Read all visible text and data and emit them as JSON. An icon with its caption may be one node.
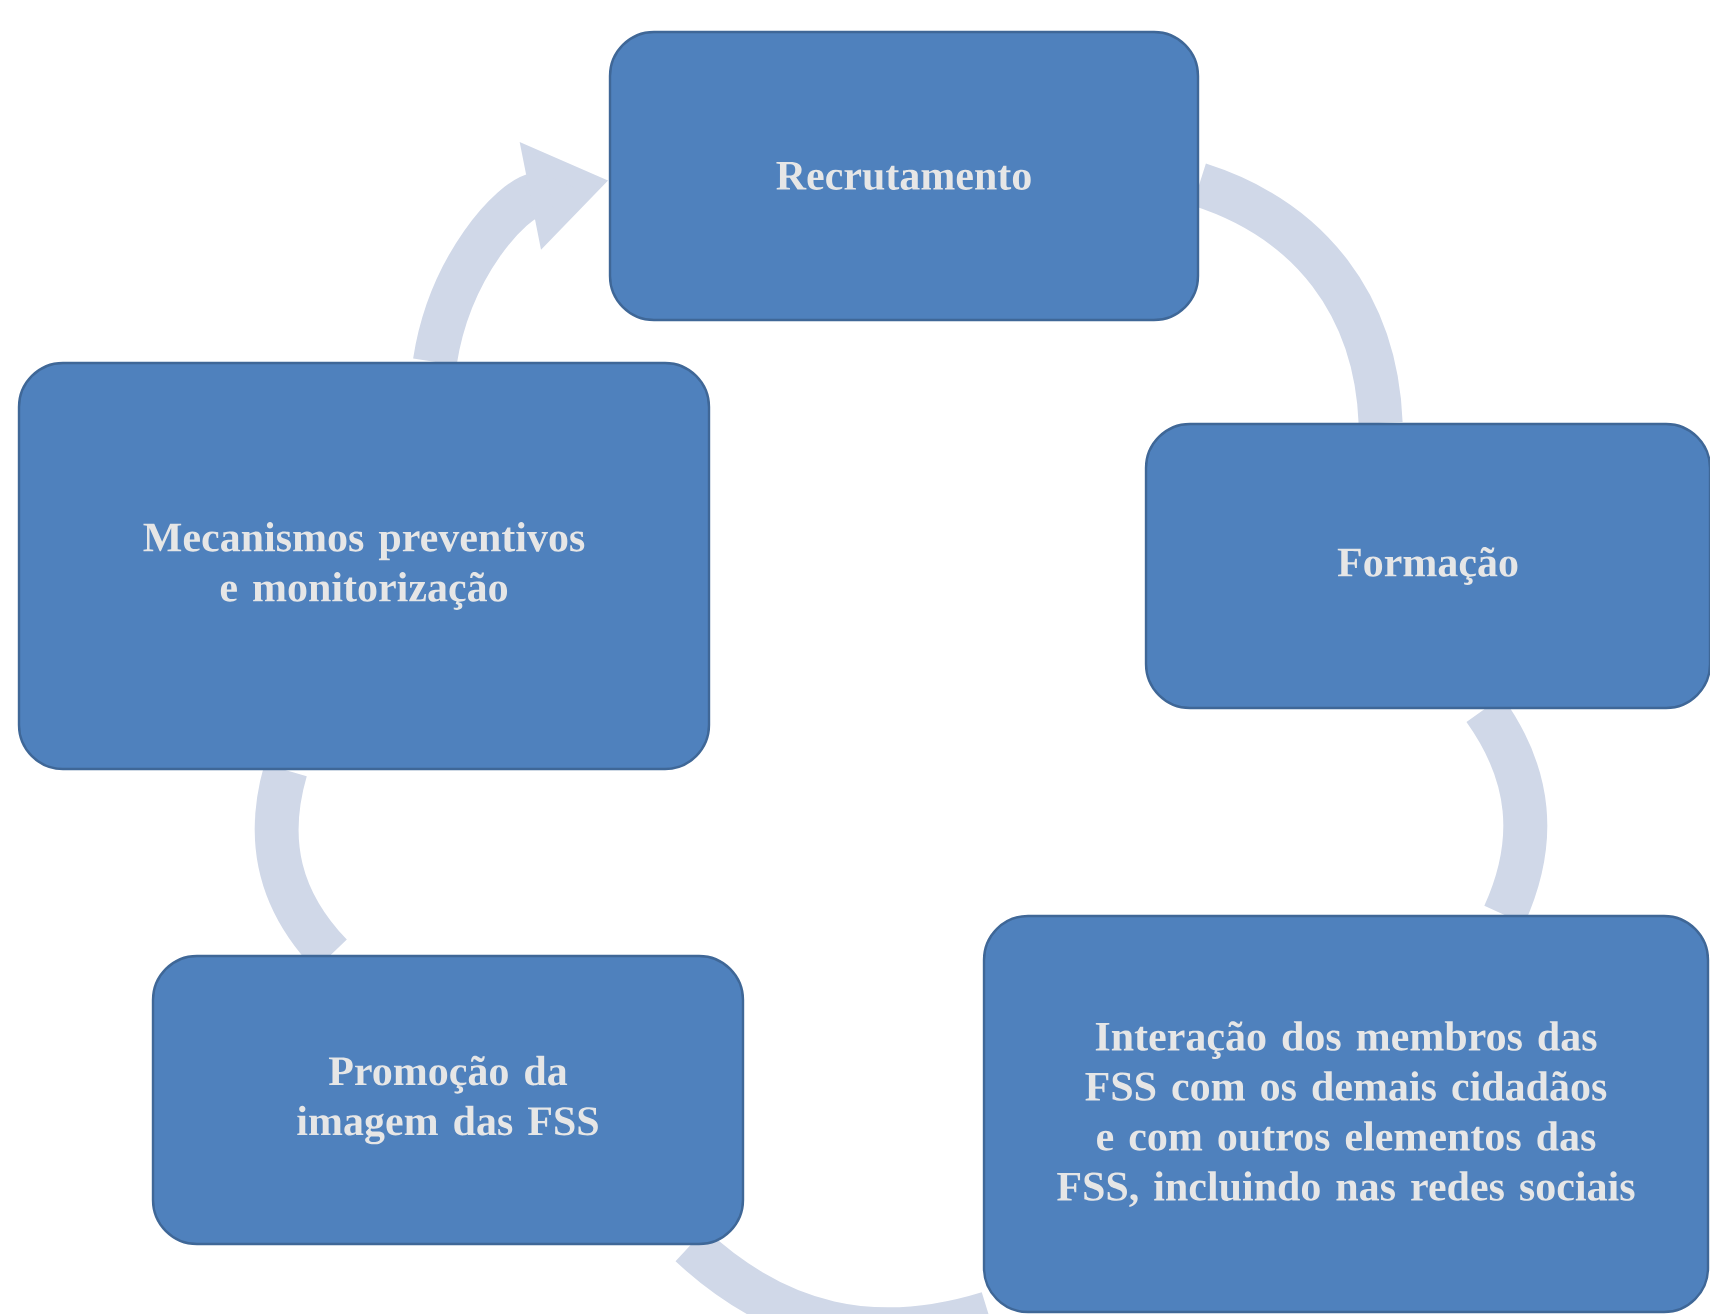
{
  "diagram": {
    "nodes": [
      {
        "text": [
          "Recrutamento"
        ]
      },
      {
        "text": [
          "Formação"
        ]
      },
      {
        "text": [
          "Interação dos membros das FSS com os demais cidadãos e com outros elementos das FSS, incluindo nas redes sociais"
        ]
      },
      {
        "text": [
          "Promoção da imagem das FSS"
        ]
      },
      {
        "text": [
          "Mecanismos preventivos e monitorização"
        ]
      }
    ],
    "edges": [
      {
        "from": 0,
        "to": 1,
        "arrow": "none"
      },
      {
        "from": 1,
        "to": 2,
        "arrow": "none"
      },
      {
        "from": 2,
        "to": 3,
        "arrow": "none"
      },
      {
        "from": 3,
        "to": 4,
        "arrow": "none"
      },
      {
        "from": 4,
        "to": 0,
        "arrow": "to"
      }
    ]
  }
}
